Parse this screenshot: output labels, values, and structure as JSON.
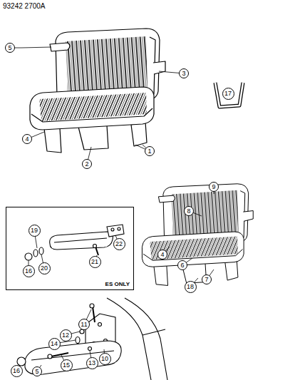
{
  "diagram": {
    "nodes": [
      {
        "text": [
          "5"
        ]
      },
      {
        "text": [
          "3"
        ]
      },
      {
        "text": [
          "17"
        ]
      },
      {
        "text": [
          "4"
        ]
      },
      {
        "text": [
          "1"
        ]
      },
      {
        "text": [
          "2"
        ]
      },
      {
        "text": [
          "9"
        ]
      },
      {
        "text": [
          "8"
        ]
      },
      {
        "text": [
          "ES ONLY"
        ]
      },
      {
        "text": [
          "19"
        ],
        "in": 8
      },
      {
        "text": [
          "22"
        ],
        "in": 8
      },
      {
        "text": [
          "21"
        ],
        "in": 8
      },
      {
        "text": [
          "20"
        ],
        "in": 8
      },
      {
        "text": [
          "16"
        ],
        "in": 8
      },
      {
        "text": [
          "4"
        ]
      },
      {
        "text": [
          "6"
        ]
      },
      {
        "text": [
          "7"
        ]
      },
      {
        "text": [
          "18"
        ]
      },
      {
        "text": [
          "11"
        ]
      },
      {
        "text": [
          "12"
        ]
      },
      {
        "text": [
          "14"
        ]
      },
      {
        "text": [
          "10"
        ]
      },
      {
        "text": [
          "13"
        ]
      },
      {
        "text": [
          "15"
        ]
      },
      {
        "text": [
          "16"
        ]
      },
      {
        "text": [
          "5"
        ]
      }
    ],
    "labels": [
      "93242 2700A"
    ]
  }
}
